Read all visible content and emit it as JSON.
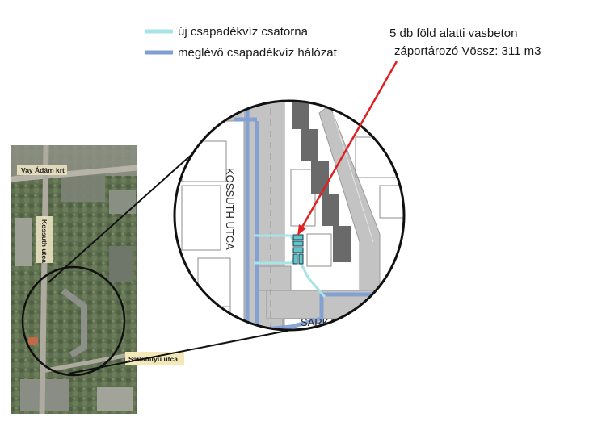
{
  "legend": {
    "items": [
      {
        "label": "új  csapadékvíz csatorna",
        "color": "#a9e3e5"
      },
      {
        "label": "meglévő csapadékvíz hálózat",
        "color": "#7f9ed4"
      }
    ]
  },
  "annotation": {
    "line1": "5 db föld alatti vasbeton",
    "line2": "záportározó  Vössz: 311 m3",
    "arrow_color": "#e02020"
  },
  "aerial": {
    "labels": {
      "vay": "Vay Ádám krt",
      "kossuth": "Kossuth utca",
      "sarkantyu": "Sarkantyú utca"
    }
  },
  "detail_map": {
    "labels": {
      "kossuth": "KOSSUTH UTCA",
      "sarkantyu": "SARKANTYÚ UTCA"
    },
    "tank_color": "#5ec4cf"
  }
}
